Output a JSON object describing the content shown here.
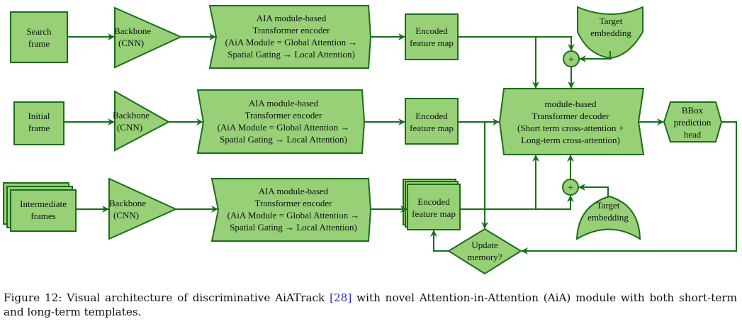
{
  "diagram": {
    "rows": [
      {
        "input": [
          "Search",
          "frame"
        ],
        "backbone": [
          "Backbone",
          "(CNN)"
        ],
        "encoder": [
          "AIA module-based",
          "Transformer encoder",
          "(AiA Module = Global Attention →",
          "Spatial Gating → Local Attention)"
        ],
        "feature": [
          "Encoded",
          "feature map"
        ]
      },
      {
        "input": [
          "Initial",
          "frame"
        ],
        "backbone": [
          "Backbone",
          "(CNN)"
        ],
        "encoder": [
          "AIA module-based",
          "Transformer encoder",
          "(AiA Module = Global Attention →",
          "Spatial Gating → Local Attention)"
        ],
        "feature": [
          "Encoded",
          "feature map"
        ]
      },
      {
        "input": [
          "Intermediate",
          "frames"
        ],
        "backbone": [
          "Backbone",
          "(CNN)"
        ],
        "encoder": [
          "AIA module-based",
          "Transformer encoder",
          "(AiA Module = Global Attention →",
          "Spatial Gating → Local Attention)"
        ],
        "feature": [
          "Encoded",
          "feature map"
        ]
      }
    ],
    "target_top": [
      "Target",
      "embedding"
    ],
    "target_bottom": [
      "Target",
      "embedding"
    ],
    "plus_symbol": "+",
    "decoder": [
      "module-based",
      "Transformer decoder",
      "(Short term cross-attention +",
      "Long-term cross-attention)"
    ],
    "bbox_head": [
      "BBox",
      "prediction",
      "head"
    ],
    "update_memory": [
      "Update",
      "memory?"
    ],
    "colors": {
      "fill": "#97d077",
      "stroke": "#1a6e1a",
      "ref_link": "#2b2bd6"
    }
  },
  "caption": {
    "before_ref": "Figure 12: Visual architecture of discriminative AiATrack ",
    "ref": "[28]",
    "after_ref": " with novel Attention-in-Attention (AiA) module with both short-term and long-term templates."
  }
}
